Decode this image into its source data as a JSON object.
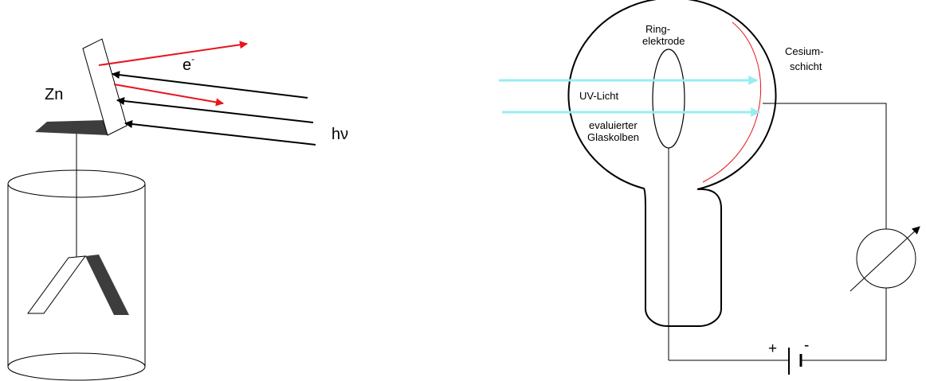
{
  "left_figure": {
    "metal_label": "Zn",
    "electron_label": "e",
    "electron_charge": "-",
    "photon_label": "hν"
  },
  "right_figure": {
    "ring_electrode_label_1": "Ring-",
    "ring_electrode_label_2": "elektrode",
    "cesium_label_1": "Cesium-",
    "cesium_label_2": "schicht",
    "uv_label": "UV-Licht",
    "glass_label_1": "evaluierter",
    "glass_label_2": "Glaskolben",
    "battery_plus": "+",
    "battery_minus": "-"
  },
  "colors": {
    "electron_arrow": "#e8141c",
    "light_beam": "#99ecf2",
    "plate_shade": "#3d3d3d",
    "line": "#000000",
    "cesium_layer": "#e8141c"
  }
}
